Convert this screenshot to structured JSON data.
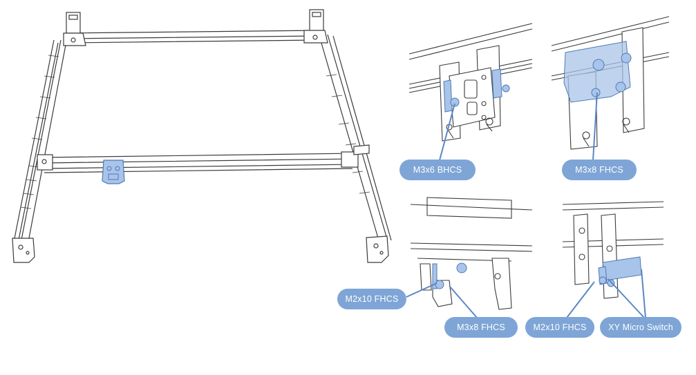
{
  "colors": {
    "callout_fill": "#7ea5d6",
    "callout_line": "#5a87c3",
    "highlight_fill": "#a9c4ea",
    "highlight_stroke": "#4f79b3",
    "line_art": "#3a3a3a"
  },
  "callouts": {
    "top_left": "M3x6 BHCS",
    "top_right": "M3x8 FHCS",
    "bottom_left_screw": "M2x10 FHCS",
    "bottom_left_bolt": "M3x8 FHCS",
    "bottom_right_screw": "M2x10 FHCS",
    "bottom_right_switch": "XY Micro Switch"
  },
  "icons": {
    "frame": "gantry-frame-icon",
    "carriage": "carriage-plate-icon",
    "motor": "stepper-motor-icon"
  }
}
